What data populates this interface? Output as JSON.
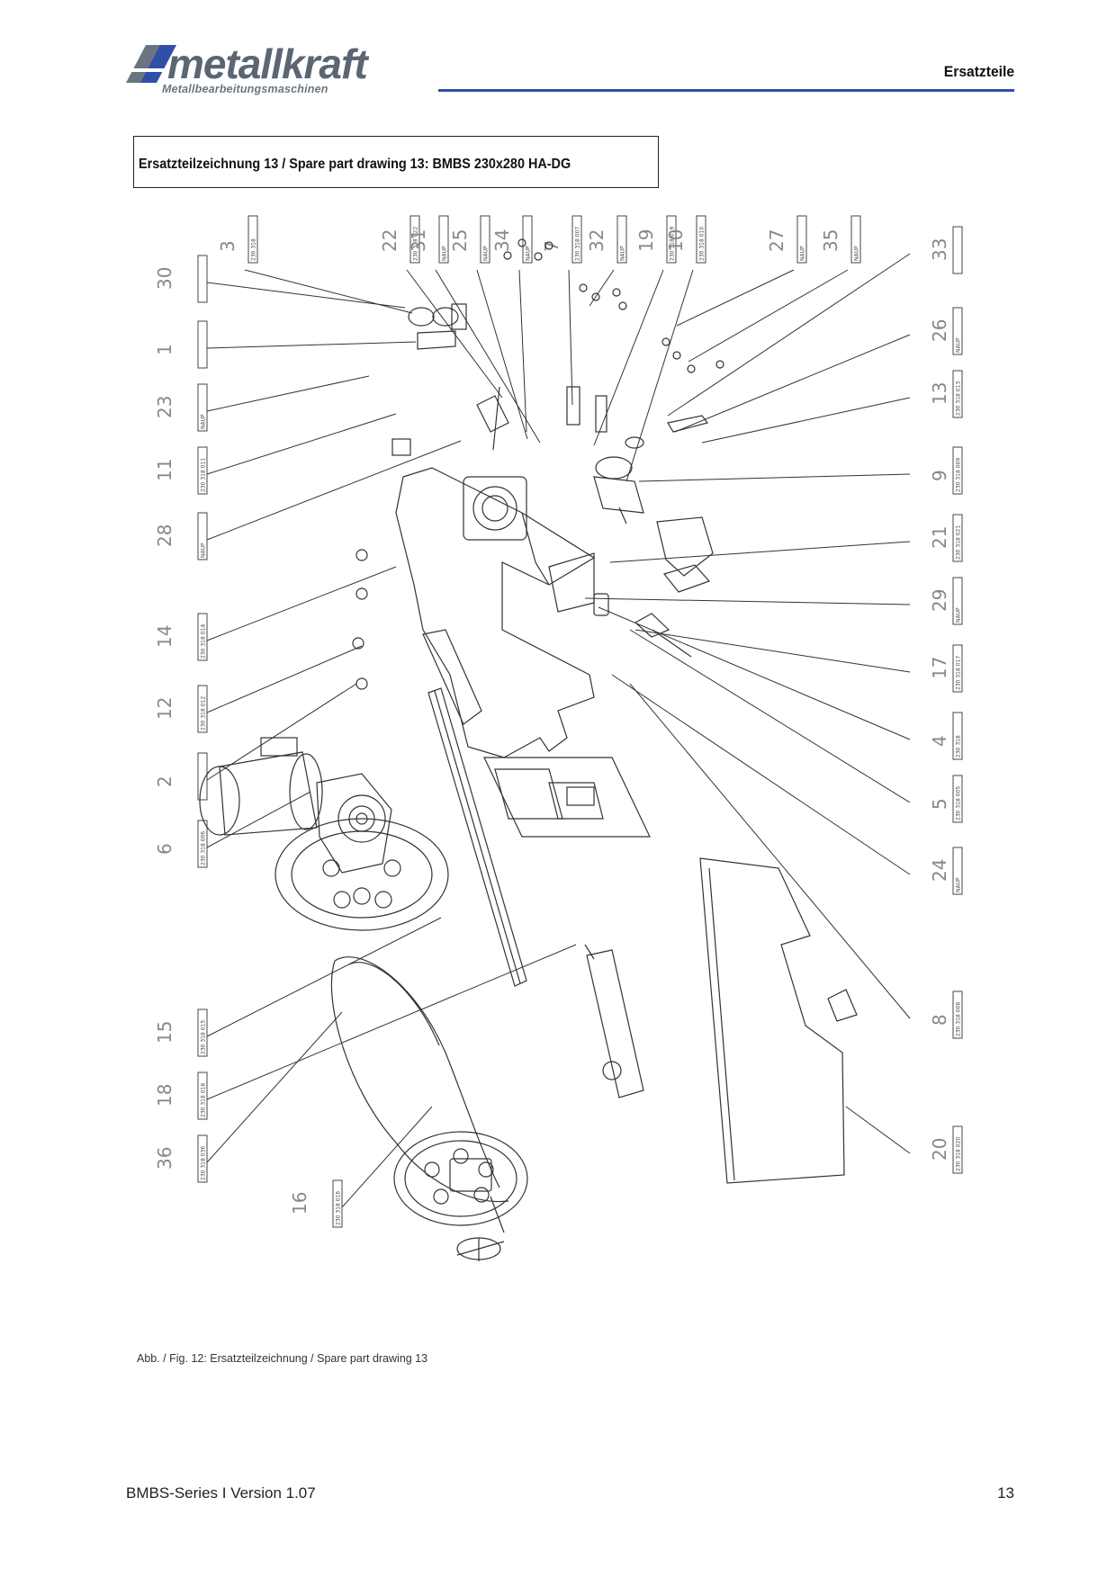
{
  "header": {
    "brand_name": "metallkraft",
    "brand_tagline": "Metallbearbeitungsmaschinen",
    "section_label": "Ersatzteile",
    "rule_color": "#2f4fa8"
  },
  "title": "Ersatzteilzeichnung 13 /  Spare part drawing 13: BMBS 230x280 HA-DG",
  "caption": "Abb. / Fig. 12: Ersatzteilzeichnung / Spare part drawing 13",
  "footer": {
    "left": "BMBS-Series I Version 1.07",
    "right": "13"
  },
  "drawing": {
    "callouts_top": [
      "3",
      "22",
      "31",
      "25",
      "34",
      "7",
      "32",
      "19",
      "10",
      "27",
      "35"
    ],
    "callouts_left": [
      "30",
      "1",
      "23",
      "11",
      "28",
      "14",
      "12",
      "2",
      "6",
      "15",
      "18",
      "36",
      "16"
    ],
    "callouts_right": [
      "33",
      "26",
      "13",
      "9",
      "21",
      "29",
      "17",
      "4",
      "5",
      "24",
      "8",
      "20"
    ],
    "callouts": [
      {
        "num": "3",
        "code": "230 318"
      },
      {
        "num": "22",
        "code": "230 318 022"
      },
      {
        "num": "31",
        "code": "NAUP"
      },
      {
        "num": "25",
        "code": "NAUP"
      },
      {
        "num": "34",
        "code": "NAUP"
      },
      {
        "num": "7",
        "code": "230 318 007"
      },
      {
        "num": "32",
        "code": "NAUP"
      },
      {
        "num": "19",
        "code": "230 318 019"
      },
      {
        "num": "10",
        "code": "230 318 010"
      },
      {
        "num": "27",
        "code": "NAUP"
      },
      {
        "num": "35",
        "code": "NAUP"
      },
      {
        "num": "30",
        "code": ""
      },
      {
        "num": "1",
        "code": ""
      },
      {
        "num": "23",
        "code": "NAUP"
      },
      {
        "num": "11",
        "code": "230 318 011"
      },
      {
        "num": "28",
        "code": "NAUP"
      },
      {
        "num": "14",
        "code": "230 318 014"
      },
      {
        "num": "12",
        "code": "230 318 012"
      },
      {
        "num": "2",
        "code": ""
      },
      {
        "num": "6",
        "code": "230 318 006"
      },
      {
        "num": "15",
        "code": "230 318 015"
      },
      {
        "num": "18",
        "code": "230 318 018"
      },
      {
        "num": "36",
        "code": "230 318 036"
      },
      {
        "num": "16",
        "code": "230 318 016"
      },
      {
        "num": "33",
        "code": ""
      },
      {
        "num": "26",
        "code": "NAUP"
      },
      {
        "num": "13",
        "code": "230 318 013"
      },
      {
        "num": "9",
        "code": "230 318 009"
      },
      {
        "num": "21",
        "code": "230 318 021"
      },
      {
        "num": "29",
        "code": "NAUP"
      },
      {
        "num": "17",
        "code": "230 318 017"
      },
      {
        "num": "4",
        "code": "230 318"
      },
      {
        "num": "5",
        "code": "230 318 005"
      },
      {
        "num": "24",
        "code": "NAUP"
      },
      {
        "num": "8",
        "code": "230 318 008"
      },
      {
        "num": "20",
        "code": "230 318 020"
      }
    ]
  }
}
